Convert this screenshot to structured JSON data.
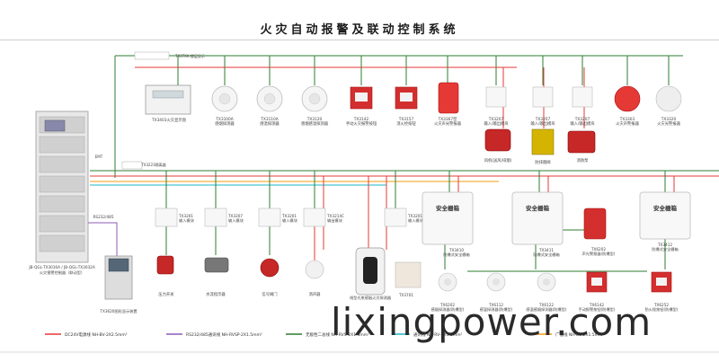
{
  "title": "火灾自动报警及联动控制系统",
  "watermark": "lixingpower.com",
  "colors": {
    "red": "#e53935",
    "purple": "#8e5bb5",
    "green": "#2e7d32",
    "cyan": "#1fb6c9",
    "orange": "#f39c12",
    "grey": "#9e9e9e"
  },
  "labels": {
    "top_bus": "TX3TXX 楼层显示",
    "controller": [
      "JB-QGL-TX3016A / JB-QGL-TX3032A",
      "火灾报警控制器（联动型）"
    ],
    "ibus_tag": "TX3223隔离器",
    "rs232": "RS232/485",
    "pc": "TX3620图形显示装置",
    "row1": [
      [
        "TX3403火灾显示盘",
        ""
      ],
      [
        "TX3100A",
        "感烟探测器"
      ],
      [
        "TX3110A",
        "感温探测器"
      ],
      [
        "TX3120",
        "感烟感温探测器"
      ],
      [
        "TX3142",
        "手动火灾报警按钮"
      ],
      [
        "TX3157",
        "消火栓按钮"
      ],
      [
        "TX3367型",
        "火灾声光警报器"
      ],
      [
        "TX3207",
        "输入/输出模块"
      ],
      [
        "TX3207",
        "输入/输出模块"
      ],
      [
        "TX3207",
        "输入/输出模块"
      ],
      [
        "TX3303",
        "火灾声警报器"
      ],
      [
        "TX3320",
        "火灾光警报器"
      ]
    ],
    "row1_devices": [
      "风机(送风/排烟)",
      "防排烟阀",
      "消防泵"
    ],
    "row2": [
      [
        "TX3201",
        "输入模块"
      ],
      [
        "TX3207",
        "输入模块"
      ],
      [
        "TX3201",
        "输入模块"
      ],
      [
        "TX3214C",
        "输出模块"
      ],
      [
        "TX3201",
        "输入模块"
      ]
    ],
    "row2_devices": [
      "压力开关",
      "水流指示器",
      "信号阀门",
      "消声器"
    ],
    "beam": [
      "线型光束感烟火灾探测器",
      ""
    ],
    "beam2": [
      "TX3701",
      ""
    ],
    "safety_box": "安全栅箱",
    "box_tags": [
      [
        "TX3410",
        "防爆式安全栅箱"
      ],
      [
        "TX3411",
        "防爆式安全栅箱"
      ],
      [
        "TX3412",
        "防爆式安全栅箱"
      ]
    ],
    "row3": [
      [
        "TX6202",
        "感烟探测器(防爆型)"
      ],
      [
        "TX6112",
        "感温探测器(防爆型)"
      ],
      [
        "TX6122",
        "感温感烟探测器(防爆型)"
      ],
      [
        "TX6142",
        "手动报警按钮(防爆型)"
      ],
      [
        "TX6252",
        "防火栓按钮(防爆型)"
      ]
    ],
    "tx6202b": [
      "TX6202",
      "声光警报器(防爆型)"
    ]
  },
  "legend": [
    {
      "label": "DC24V电源线  NH-BV-2X2.5mm²",
      "color": "#e53935"
    },
    {
      "label": "RS232/485通讯线  NH-RVSP-2X1.5mm²",
      "color": "#8e5bb5"
    },
    {
      "label": "无极性二总线  NH-RVS-2X1.5mm²",
      "color": "#2e7d32"
    },
    {
      "label": "通讯线  NH-RV-2X1.5mm²",
      "color": "#1fb6c9"
    },
    {
      "label": "广播线  NH-BV-2X1.5mm²",
      "color": "#f39c12"
    }
  ]
}
